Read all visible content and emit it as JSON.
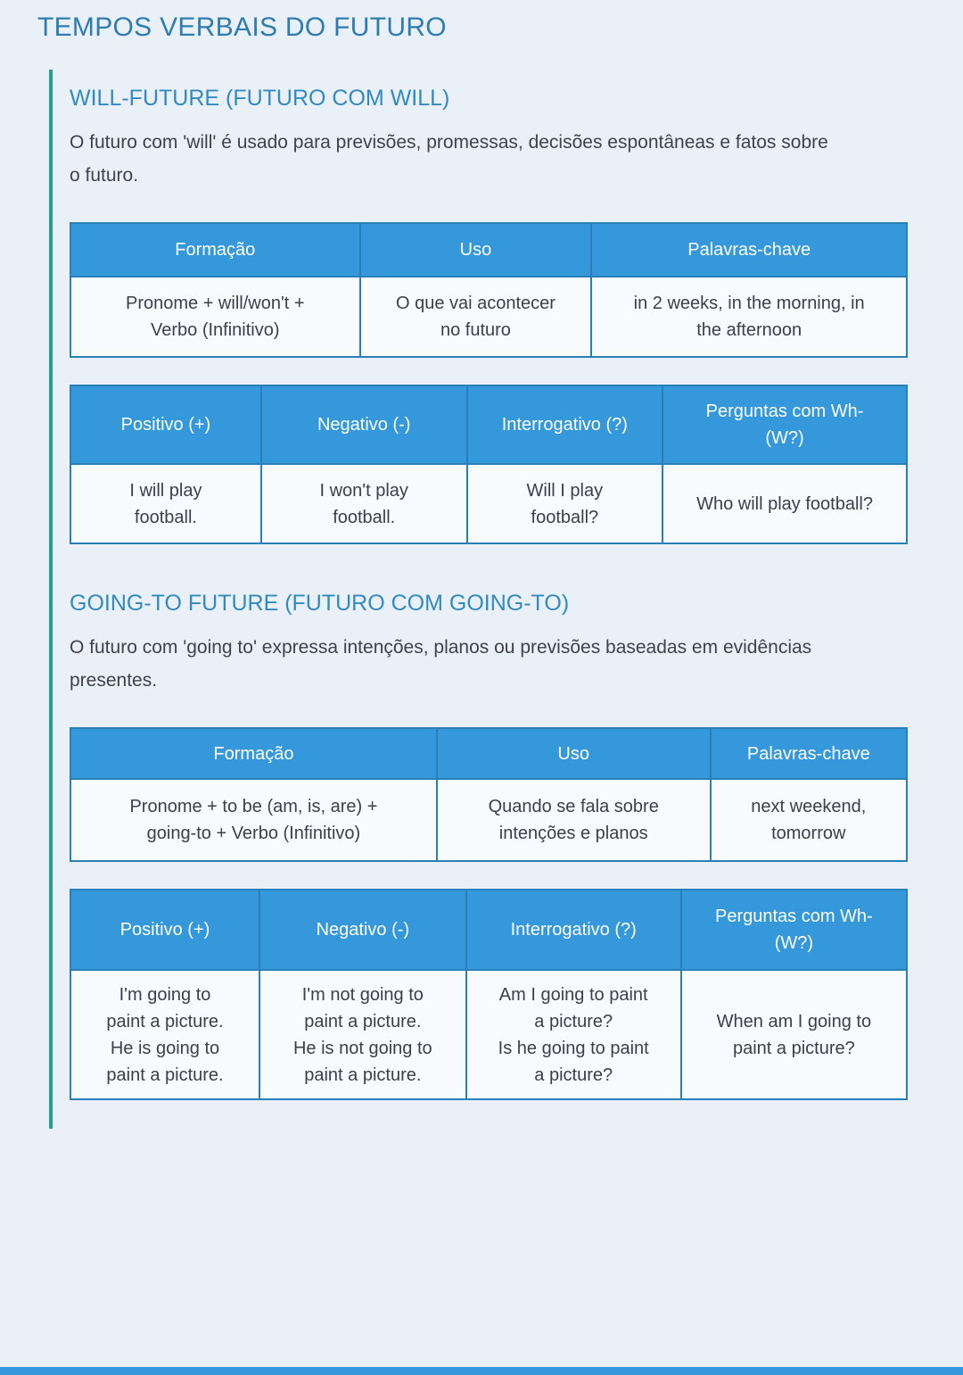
{
  "page": {
    "title": "TEMPOS VERBAIS DO FUTURO",
    "colors": {
      "background": "#e9f0f8",
      "title_blue": "#2e7cb0",
      "heading_blue": "#328ac1",
      "table_header_blue": "#3498db",
      "table_border_blue": "#2980b9",
      "accent_teal": "#2a9d8f"
    }
  },
  "sections": [
    {
      "heading": "WILL-FUTURE (FUTURO COM WILL)",
      "description": "O futuro com 'will' é usado para previsões, promessas, decisões espontâneas e fatos sobre\no futuro.",
      "formation_table": {
        "headers": [
          "Formação",
          "Uso",
          "Palavras-chave"
        ],
        "row": [
          "Pronome + will/won't +\nVerbo (Infinitivo)",
          "O que vai acontecer\nno futuro",
          "in 2 weeks, in the morning, in\nthe afternoon"
        ]
      },
      "forms_table": {
        "headers": [
          "Positivo (+)",
          "Negativo (-)",
          "Interrogativo (?)",
          "Perguntas com Wh-\n(W?)"
        ],
        "row": [
          "I will play\nfootball.",
          "I won't play\nfootball.",
          "Will I play\nfootball?",
          "Who will play football?"
        ]
      }
    },
    {
      "heading": "GOING-TO FUTURE (FUTURO COM GOING-TO)",
      "description": "O futuro com 'going to' expressa intenções, planos ou previsões baseadas em evidências\npresentes.",
      "formation_table": {
        "headers": [
          "Formação",
          "Uso",
          "Palavras-chave"
        ],
        "row": [
          "Pronome + to be (am, is, are) +\ngoing-to + Verbo (Infinitivo)",
          "Quando se fala sobre\nintenções e planos",
          "next weekend,\ntomorrow"
        ]
      },
      "forms_table": {
        "headers": [
          "Positivo (+)",
          "Negativo (-)",
          "Interrogativo (?)",
          "Perguntas com Wh-\n(W?)"
        ],
        "row": [
          "I'm going to\npaint a picture.\nHe is going to\npaint a picture.",
          "I'm not going to\npaint a picture.\nHe is not going to\npaint a picture.",
          "Am I going to paint\na picture?\nIs he going to paint\na picture?",
          "When am I going to\npaint a picture?"
        ]
      }
    }
  ]
}
